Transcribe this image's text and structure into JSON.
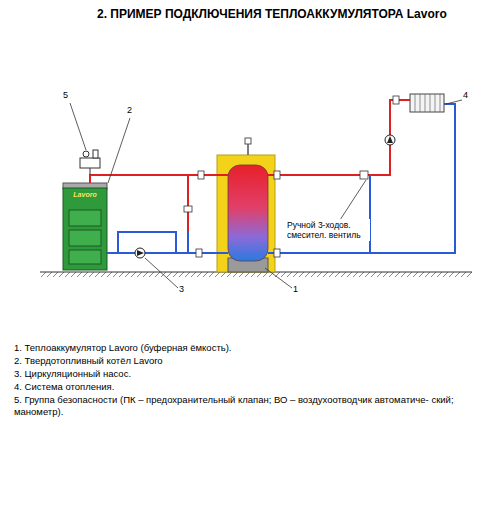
{
  "diagram": {
    "title": "2. ПРИМЕР ПОДКЛЮЧЕНИЯ ТЕПЛОАККУМУЛЯТОРА Lavoro",
    "nodes": [
      {
        "text": [
          "Lavoro"
        ]
      }
    ],
    "labels": [
      "5",
      "2",
      "4",
      "Ручной 3-ходов. смесител. вентиль",
      "3",
      "1",
      "1. Теплоаккумулятор Lavoro (буферная ёмкость).",
      "2. Твердотопливный котёл Lavoro",
      "3. Циркуляционный насос.",
      "4. Система отопления.",
      "5. Группа безопасности (ПК – предохранительный клапан; ВО – воздухоотводчик автоматиче- ский; манометр)."
    ]
  }
}
